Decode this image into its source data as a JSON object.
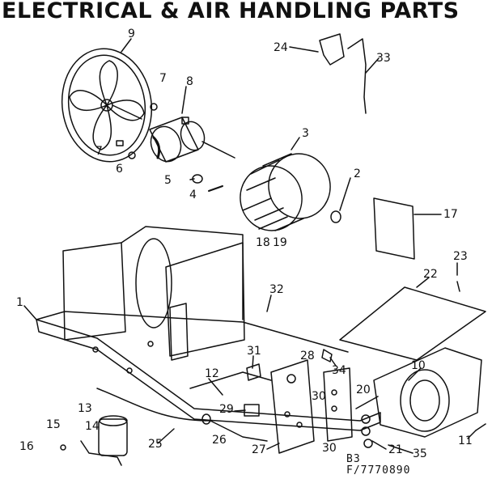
{
  "title": "ELECTRICAL & AIR HANDLING PARTS",
  "callouts": [
    "9",
    "7",
    "8",
    "7",
    "6",
    "5",
    "4",
    "3",
    "2",
    "24",
    "33",
    "17",
    "18",
    "19",
    "32",
    "23",
    "22",
    "1",
    "31",
    "28",
    "34",
    "12",
    "29",
    "30",
    "20",
    "10",
    "13",
    "15",
    "14",
    "16",
    "25",
    "26",
    "27",
    "30",
    "21",
    "35",
    "11"
  ],
  "footer": {
    "code": "B3",
    "part_number": "F/7770890"
  }
}
